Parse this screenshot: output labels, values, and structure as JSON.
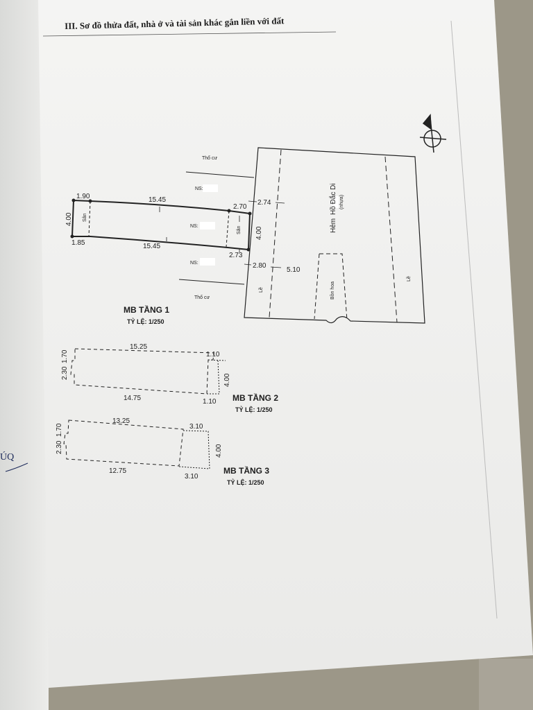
{
  "header": "III. Sơ đồ thửa đất, nhà ở và tài sản khác gắn liền với đất",
  "floor1": {
    "title": "MB TẦNG 1",
    "scale": "TỶ LỆ: 1/250",
    "dims": {
      "top_left": "1.90",
      "top": "15.45",
      "bottom": "15.45",
      "bottom_left": "1.85",
      "left_height": "4.00",
      "right_height": "4.00",
      "porch_top": "2.70",
      "porch_bottom": "2.73",
      "road_top": "2.74",
      "road_bottom": "2.80",
      "alley_width": "5.10"
    },
    "labels": {
      "land_top": "Thổ cư",
      "land_bottom": "Thổ cư",
      "ns_1": "NS:",
      "ns_2": "NS:",
      "ns_3": "NS:",
      "yard_left": "Sân",
      "yard_right": "Sân",
      "alley": "Hẻm",
      "alley_name": "Hồ Đắc Di",
      "alley_note": "(nhựa)",
      "sidewalk_left": "Lề",
      "sidewalk_right": "Lề",
      "flower_bed": "Bồn hoa"
    }
  },
  "floor2": {
    "title": "MB TẦNG 2",
    "scale": "TỶ LỆ: 1/250",
    "dims": {
      "top": "15.25",
      "bottom": "14.75",
      "top_right": "1.10",
      "bottom_right": "1.10",
      "right_height": "4.00",
      "left_outer": "2.30",
      "left_inner": "1.70"
    }
  },
  "floor3": {
    "title": "MB TẦNG 3",
    "scale": "TỶ LỆ: 1/250",
    "dims": {
      "top": "13.25",
      "bottom": "12.75",
      "top_right": "3.10",
      "bottom_right": "3.10",
      "right_height": "4.00",
      "left_outer": "2.30",
      "left_inner": "1.70"
    }
  },
  "margin_note": "ÚQ"
}
